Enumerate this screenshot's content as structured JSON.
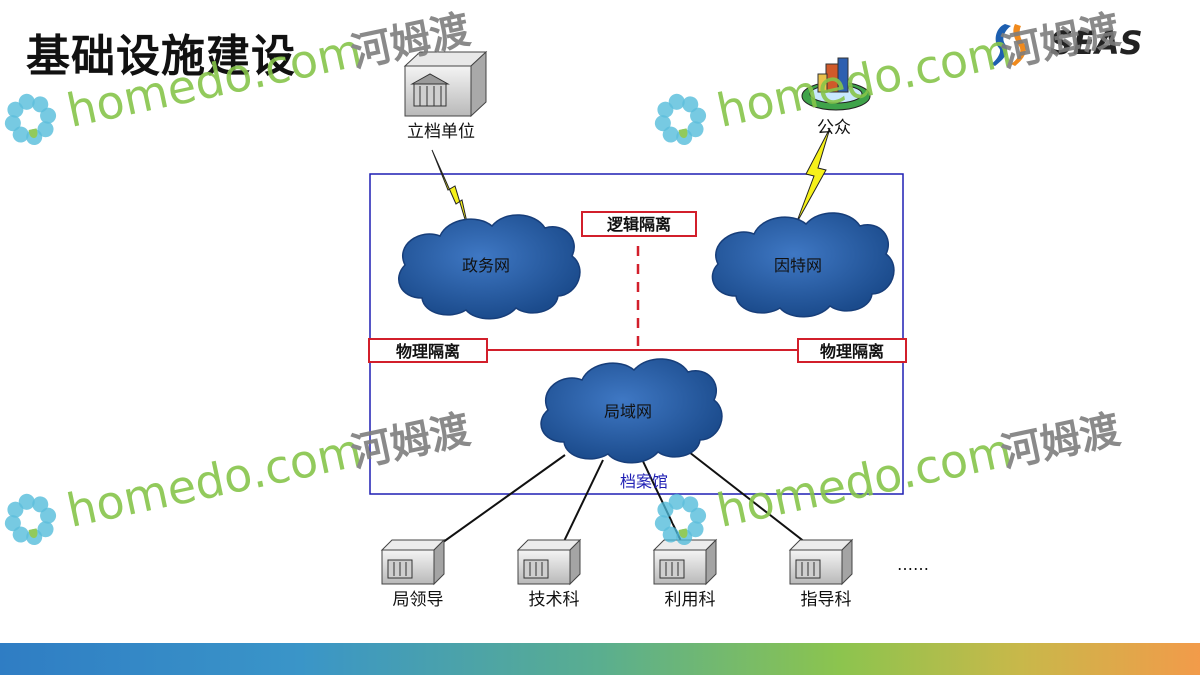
{
  "slide": {
    "title": "基础设施建设",
    "logo_text": "SEAS"
  },
  "watermark": {
    "text": "homedo.com",
    "cn_text": "河姆渡"
  },
  "diagram": {
    "top_nodes": {
      "filing_unit": "立档单位",
      "public": "公众"
    },
    "clouds": {
      "gov_net": "政务网",
      "internet": "因特网",
      "lan": "局域网"
    },
    "labels": {
      "logical_isolation": "逻辑隔离",
      "physical_isolation_left": "物理隔离",
      "physical_isolation_right": "物理隔离",
      "archive": "档案馆"
    },
    "departments": [
      "局领导",
      "技术科",
      "利用科",
      "指导科"
    ],
    "ellipsis": "……"
  },
  "colors": {
    "box_border": "#1f1fb4",
    "isolation_red": "#d21f2b",
    "cloud_fill": "#2b5fa8",
    "cloud_dark": "#173e7a",
    "lightning": "#f6f11a",
    "watermark_green": "#86c54a",
    "watermark_blue": "#4cb8d8",
    "watermark_gray": "#7d7d7d"
  }
}
